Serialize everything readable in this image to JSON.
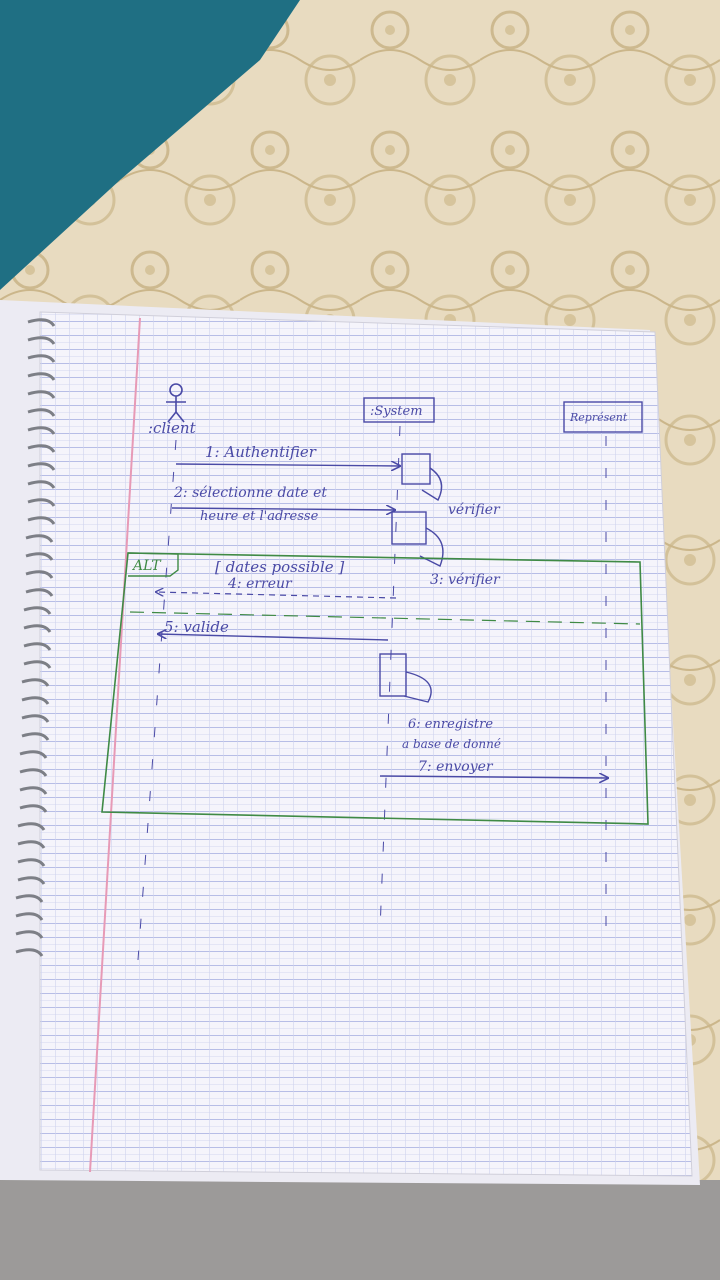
{
  "diagram": {
    "lifelines": {
      "client": ":client",
      "system": ":System",
      "represent": "Représent"
    },
    "messages": {
      "m1": "1: Authentifier",
      "m2_line1": "2: sélectionne date et",
      "m2_line2": "heure et l'adresse",
      "self1": "vérifier",
      "self3": "3: vérifier",
      "m4": "4: erreur",
      "m5": "5: valide",
      "self6_line1": "6: enregistre",
      "self6_line2": "a base de donné",
      "m7": "7: envoyer"
    },
    "alt_frame": {
      "tag": "ALT",
      "guard": "[ dates possible ]"
    }
  }
}
